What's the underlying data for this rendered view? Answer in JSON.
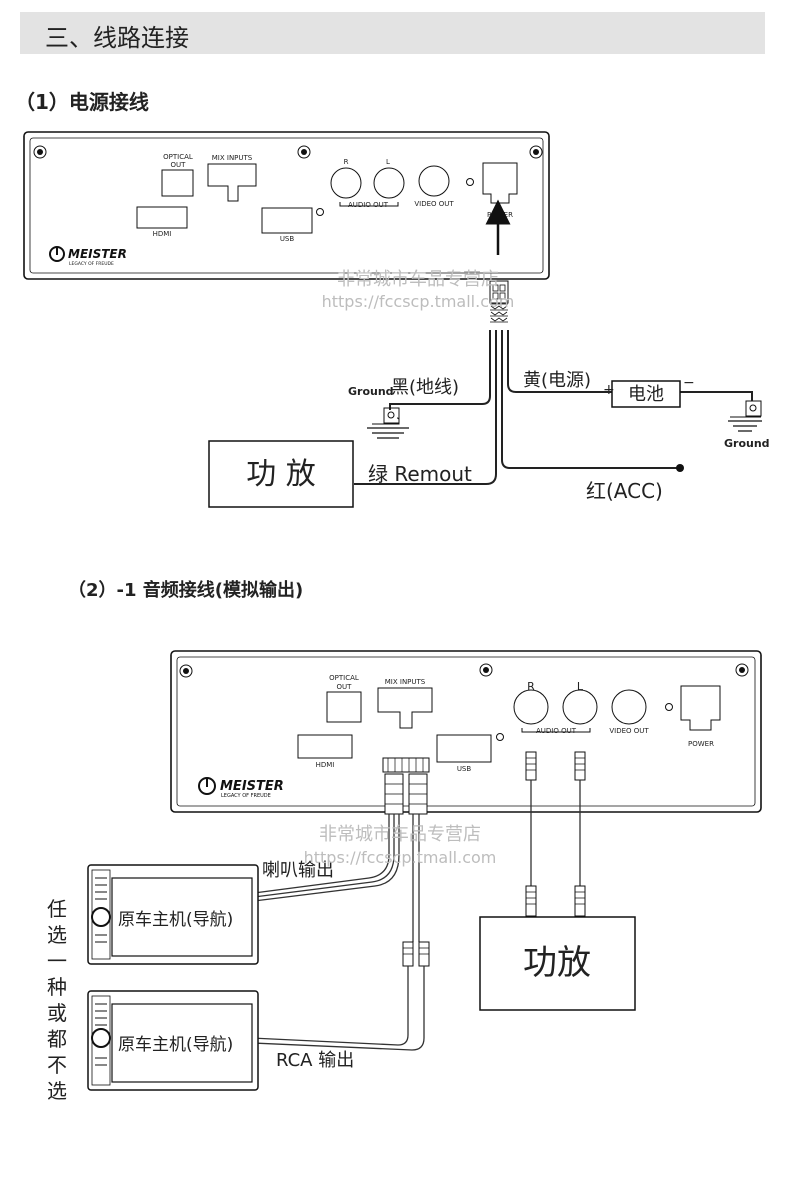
{
  "header": {
    "title": "三、线路连接"
  },
  "section1": {
    "title": "（1）电源接线",
    "panel": {
      "optical": [
        "OPTICAL",
        "OUT"
      ],
      "mix_inputs": "MIX INPUTS",
      "hdmi": "HDMI",
      "usb": "USB",
      "r": "R",
      "l": "L",
      "audio_out": "AUDIO OUT",
      "video_out": "VIDEO OUT",
      "power": "POWER",
      "brand": "MEISTER",
      "tagline": "LEGACY OF FREUDE"
    },
    "labels": {
      "ground_left": "Ground",
      "black": "黑(地线)",
      "yellow": "黄(电源)",
      "plus": "+",
      "minus": "−",
      "battery": "电池",
      "ground_right": "Ground",
      "amp": "功 放",
      "green": "绿 Remout",
      "red": "红(ACC)"
    }
  },
  "section2": {
    "title": "（2）-1 音频接线(模拟输出)",
    "panel": {
      "optical": [
        "OPTICAL",
        "OUT"
      ],
      "mix_inputs": "MIX INPUTS",
      "hdmi": "HDMI",
      "usb": "USB",
      "r": "R",
      "l": "L",
      "audio_out": "AUDIO OUT",
      "video_out": "VIDEO OUT",
      "power": "POWER",
      "brand": "MEISTER",
      "tagline": "LEGACY OF FREUDE"
    },
    "labels": {
      "speaker_out": "喇叭输出",
      "head_unit_1": "原车主机(导航)",
      "head_unit_2": "原车主机(导航)",
      "rca_out": "RCA 输出",
      "amp": "功放",
      "choice": [
        "任",
        "选",
        "一",
        "种",
        "或",
        "都",
        "不",
        "选"
      ]
    }
  },
  "watermark": {
    "line1": "非常城市车品专营店",
    "line2": "https://fccscp.tmall.com"
  }
}
